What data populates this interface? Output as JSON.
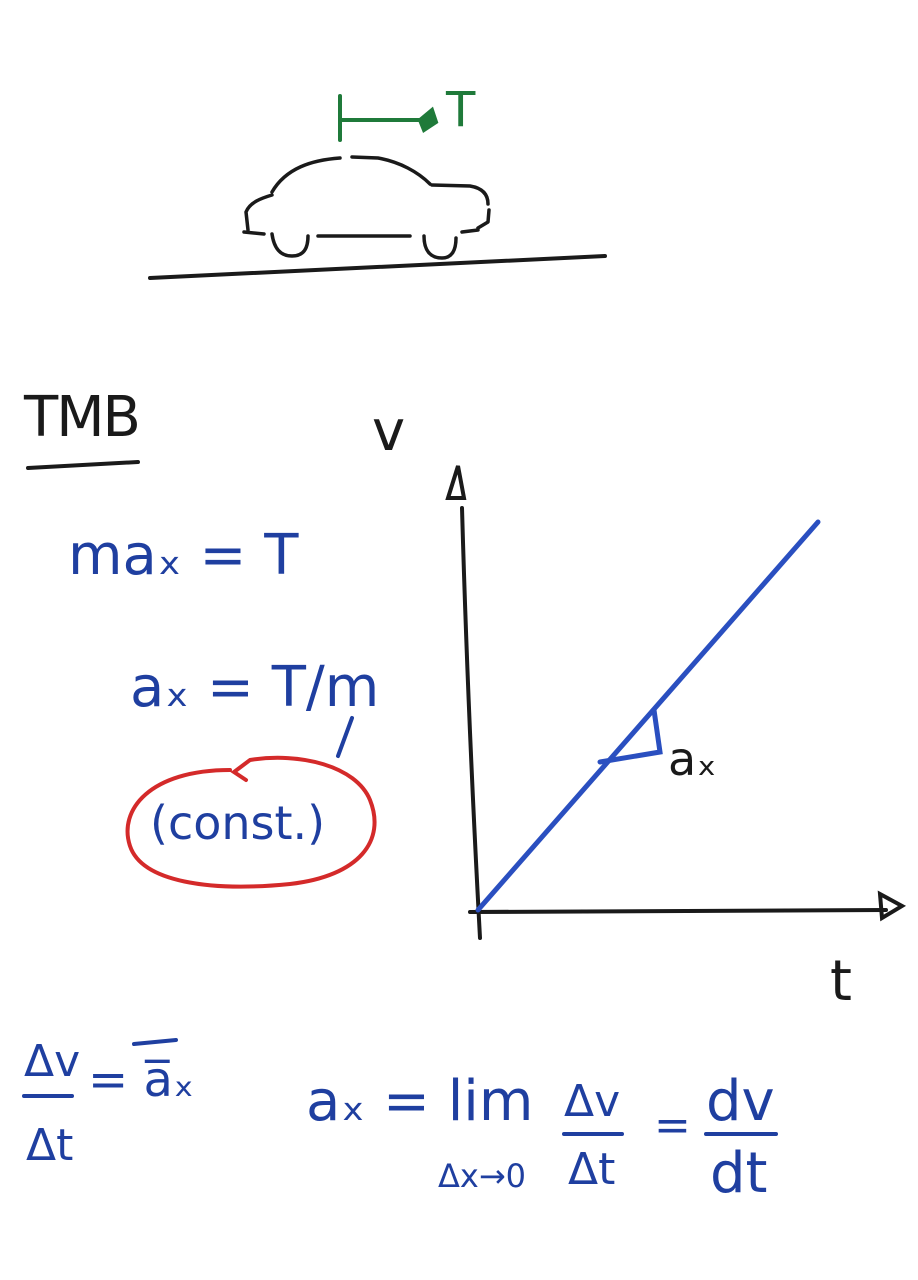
{
  "car_force_label": "T",
  "section_heading": "TMB",
  "equations": {
    "newton": "maₓ = T",
    "accel": "aₓ = T/m",
    "const_note": "(const.)",
    "avg_lhs_num": "Δv",
    "avg_lhs_den": "Δt",
    "avg_rhs": "= a̅ₓ",
    "inst_lhs": "aₓ = lim",
    "inst_lim_sub": "Δx→0",
    "inst_frac_num": "Δv",
    "inst_frac_den": "Δt",
    "inst_eq": "=",
    "inst_deriv_num": "dv",
    "inst_deriv_den": "dt"
  },
  "graph": {
    "y_axis_label": "v",
    "x_axis_label": "t",
    "slope_label": "aₓ"
  },
  "colors": {
    "ink_blue": "#1f3fa0",
    "ink_black": "#1a1a1a",
    "ink_green": "#1f7a3a",
    "ink_red": "#d42a2a"
  }
}
